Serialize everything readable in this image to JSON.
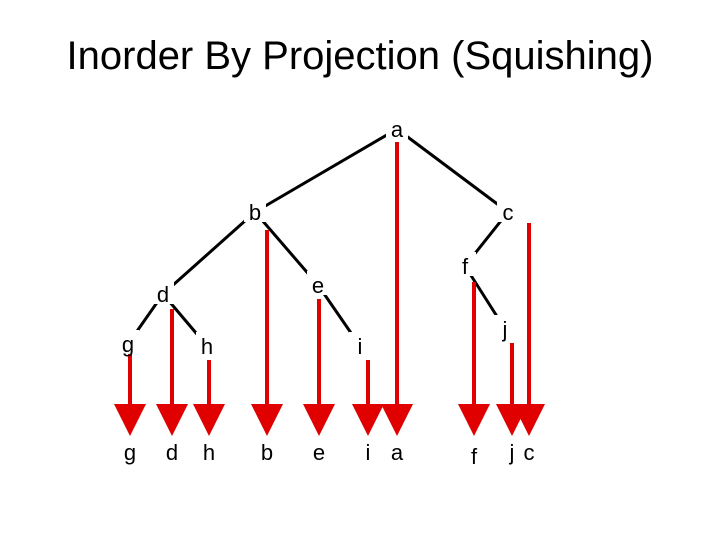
{
  "title": "Inorder By Projection (Squishing)",
  "colors": {
    "edge": "#000000",
    "projection": "#e00000",
    "text": "#000000"
  },
  "tree": {
    "nodes": [
      {
        "id": "a",
        "label": "a"
      },
      {
        "id": "b",
        "label": "b"
      },
      {
        "id": "c",
        "label": "c"
      },
      {
        "id": "d",
        "label": "d"
      },
      {
        "id": "e",
        "label": "e"
      },
      {
        "id": "f",
        "label": "f"
      },
      {
        "id": "g",
        "label": "g"
      },
      {
        "id": "h",
        "label": "h"
      },
      {
        "id": "i",
        "label": "i"
      },
      {
        "id": "j",
        "label": "j"
      }
    ],
    "edges": [
      [
        "a",
        "b"
      ],
      [
        "a",
        "c"
      ],
      [
        "b",
        "d"
      ],
      [
        "b",
        "e"
      ],
      [
        "c",
        "f"
      ],
      [
        "d",
        "g"
      ],
      [
        "d",
        "h"
      ],
      [
        "e",
        "i"
      ],
      [
        "f",
        "j"
      ]
    ]
  },
  "projection_order": [
    "g",
    "d",
    "h",
    "b",
    "e",
    "i",
    "a",
    "f",
    "j",
    "c"
  ]
}
